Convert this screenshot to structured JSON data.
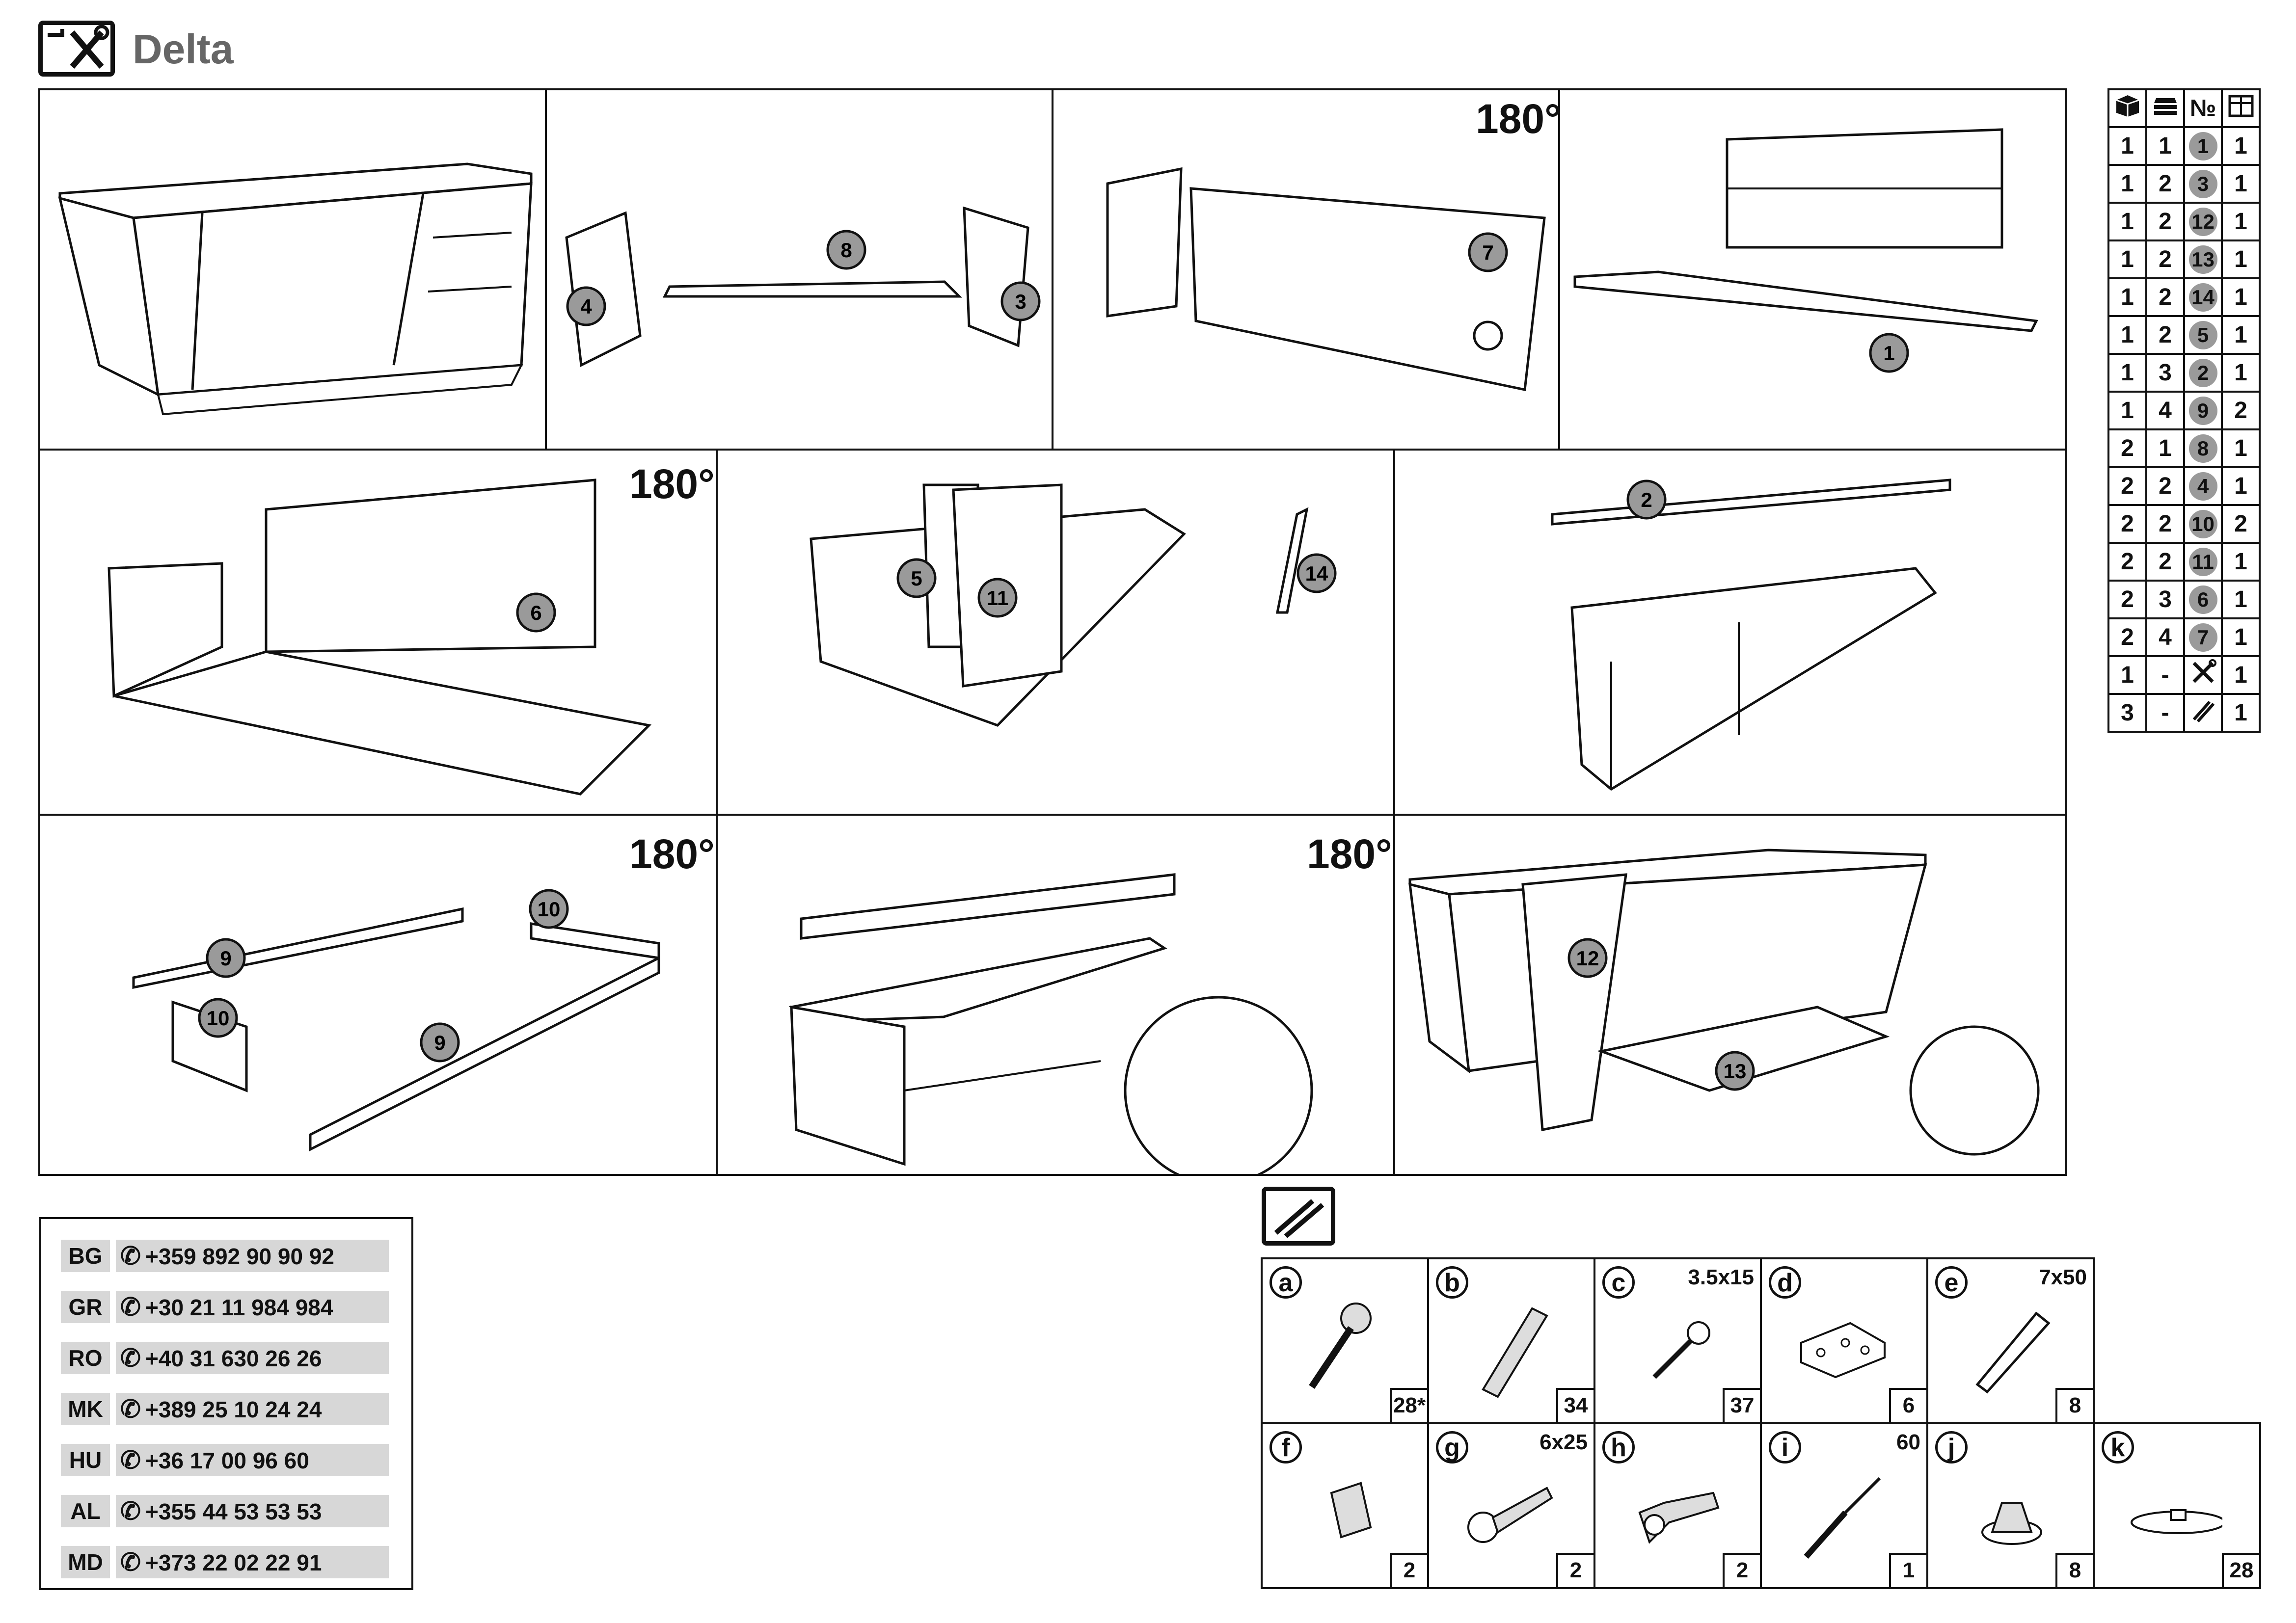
{
  "header": {
    "title": "Delta",
    "icon": "tools-icon"
  },
  "steps": {
    "rotate_label": "180°",
    "callouts": {
      "s2": [
        "8",
        "4",
        "3"
      ],
      "s3": [
        "7"
      ],
      "s4": [
        "1"
      ],
      "s5": [
        "6"
      ],
      "s6": [
        "5",
        "11",
        "14"
      ],
      "s7": [
        "2"
      ],
      "s8": [
        "9",
        "10",
        "10",
        "9"
      ],
      "s10": [
        "12",
        "13"
      ]
    }
  },
  "parts_table": {
    "header_icons": [
      "package-icon",
      "stack-icon",
      "number-sign",
      "count-icon"
    ],
    "header_no": "№",
    "rows": [
      {
        "pkg": "1",
        "layer": "1",
        "no": "1",
        "qty": "1"
      },
      {
        "pkg": "1",
        "layer": "2",
        "no": "3",
        "qty": "1"
      },
      {
        "pkg": "1",
        "layer": "2",
        "no": "12",
        "qty": "1"
      },
      {
        "pkg": "1",
        "layer": "2",
        "no": "13",
        "qty": "1"
      },
      {
        "pkg": "1",
        "layer": "2",
        "no": "14",
        "qty": "1"
      },
      {
        "pkg": "1",
        "layer": "2",
        "no": "5",
        "qty": "1"
      },
      {
        "pkg": "1",
        "layer": "3",
        "no": "2",
        "qty": "1"
      },
      {
        "pkg": "1",
        "layer": "4",
        "no": "9",
        "qty": "2"
      },
      {
        "pkg": "2",
        "layer": "1",
        "no": "8",
        "qty": "1"
      },
      {
        "pkg": "2",
        "layer": "2",
        "no": "4",
        "qty": "1"
      },
      {
        "pkg": "2",
        "layer": "2",
        "no": "10",
        "qty": "2"
      },
      {
        "pkg": "2",
        "layer": "2",
        "no": "11",
        "qty": "1"
      },
      {
        "pkg": "2",
        "layer": "3",
        "no": "6",
        "qty": "1"
      },
      {
        "pkg": "2",
        "layer": "4",
        "no": "7",
        "qty": "1"
      },
      {
        "pkg": "1",
        "layer": "-",
        "no": "tools-icon",
        "qty": "1"
      },
      {
        "pkg": "3",
        "layer": "-",
        "no": "screws-icon",
        "qty": "1"
      }
    ]
  },
  "phones": [
    {
      "code": "BG",
      "number": "+359 892 90 90 92"
    },
    {
      "code": "GR",
      "number": "+30 21 11 984 984"
    },
    {
      "code": "RO",
      "number": "+40 31 630 26 26"
    },
    {
      "code": "MK",
      "number": "+389 25 10 24 24"
    },
    {
      "code": "HU",
      "number": "+36 17 00 96 60"
    },
    {
      "code": "AL",
      "number": "+355 44 53 53 53"
    },
    {
      "code": "MD",
      "number": "+373 22 02 22 91"
    }
  ],
  "hardware": [
    {
      "letter": "a",
      "size": "",
      "qty": "28*"
    },
    {
      "letter": "b",
      "size": "",
      "qty": "34"
    },
    {
      "letter": "c",
      "size": "3.5x15",
      "qty": "37"
    },
    {
      "letter": "d",
      "size": "",
      "qty": "6"
    },
    {
      "letter": "e",
      "size": "7x50",
      "qty": "8"
    },
    {
      "letter": "f",
      "size": "",
      "qty": "2"
    },
    {
      "letter": "g",
      "size": "6x25",
      "qty": "2"
    },
    {
      "letter": "h",
      "size": "",
      "qty": "2"
    },
    {
      "letter": "i",
      "size": "60",
      "qty": "1"
    },
    {
      "letter": "j",
      "size": "",
      "qty": "8"
    },
    {
      "letter": "k",
      "size": "",
      "qty": "28"
    }
  ]
}
